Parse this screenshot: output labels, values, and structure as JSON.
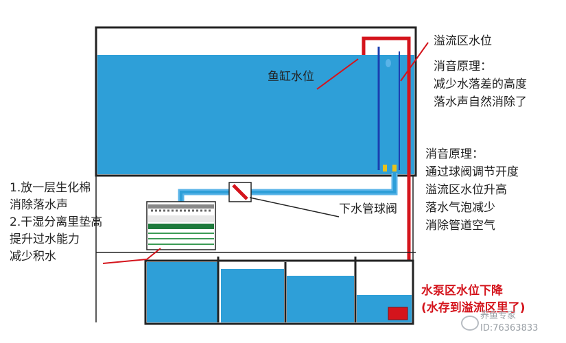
{
  "labels": {
    "tank_water_level": "鱼缸水位",
    "overflow_level": "溢流区水位",
    "principle1": [
      "消音原理：",
      "减少水落差的高度",
      "落水声自然消除了"
    ],
    "principle2": [
      "消音原理：",
      "通过球阀调节开度",
      "溢流区水位升高",
      "落水气泡减少",
      "消除管道空气"
    ],
    "ball_valve": "下水管球阀",
    "left_notes": [
      "1.放一层生化棉",
      "消除落水声",
      "2.干湿分离里垫高",
      "提升过水能力",
      "减少积水"
    ],
    "pump_notes": [
      "水泵区水位下降",
      "(水存到溢流区里了)"
    ]
  },
  "watermark": {
    "name": "养鱼专家",
    "id": "ID:76363833"
  },
  "colors": {
    "water": "#2e9fd8",
    "pipe_red": "#d4141c",
    "outline": "#222222",
    "blue_pipe": "#1a3fb0",
    "drip": "#5ab4e8"
  }
}
